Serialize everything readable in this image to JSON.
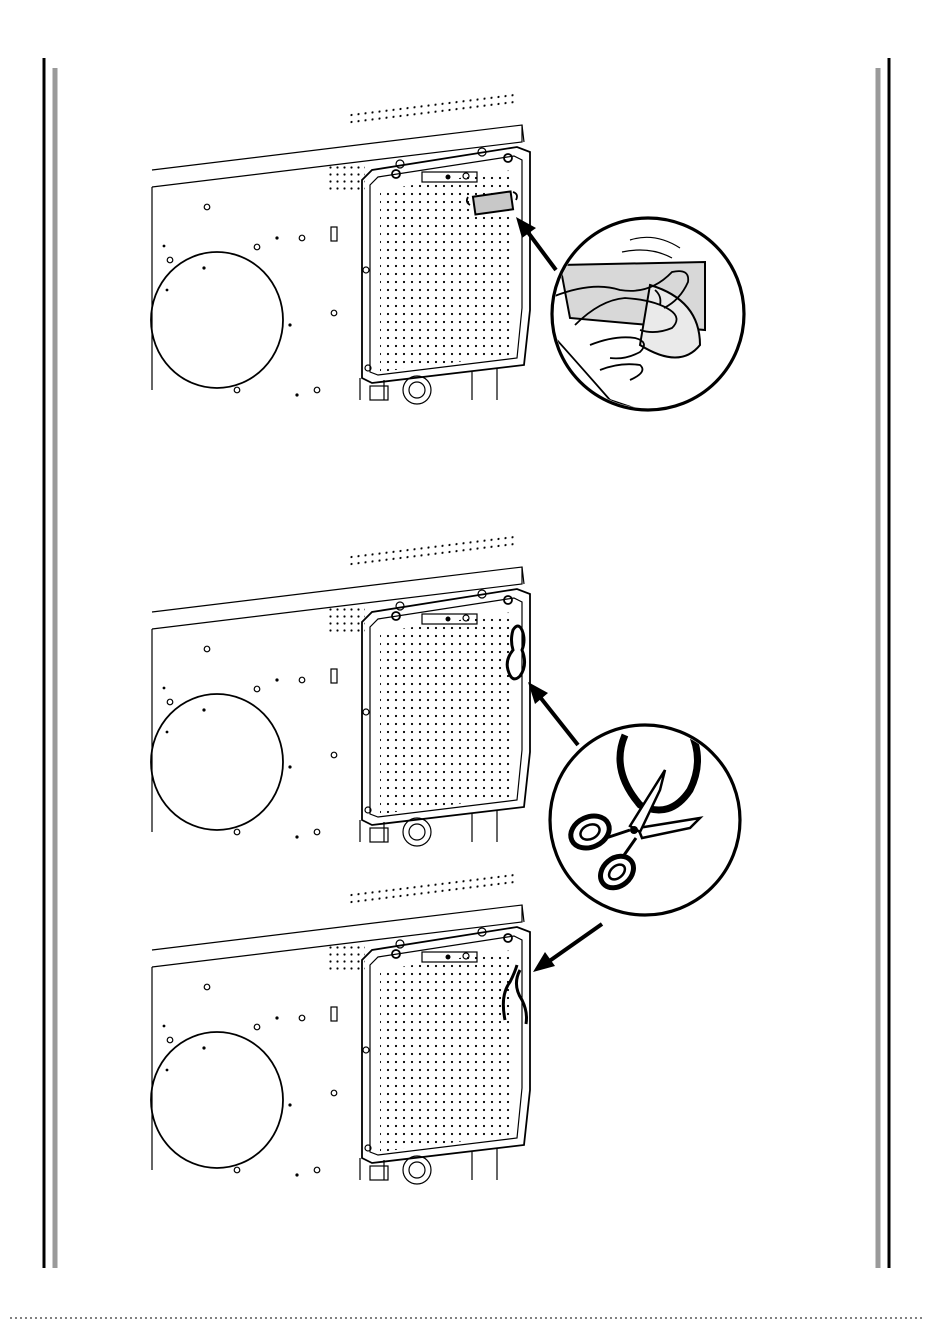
{
  "figure": {
    "panels": [
      {
        "id": "step-remove-backing",
        "description_icon": "peel-hand-icon"
      },
      {
        "id": "step-cut-tie",
        "description_icon": "scissors-icon"
      },
      {
        "id": "step-result",
        "description_icon": "cut-tie-icon"
      }
    ],
    "colors": {
      "frame_line": "#000000",
      "frame_gray": "#9a9a9a",
      "drawing": "#000000"
    }
  }
}
